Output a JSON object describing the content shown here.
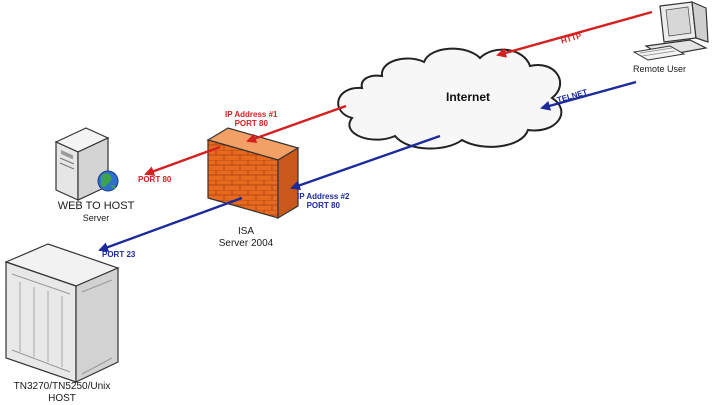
{
  "cloud": {
    "label": "Internet"
  },
  "remote_user": {
    "label": "Remote User"
  },
  "web_server": {
    "line1": "WEB TO HOST",
    "line2": "Server"
  },
  "isa": {
    "line1": "ISA",
    "line2": "Server 2004"
  },
  "host": {
    "line1": "TN3270/TN5250/Unix",
    "line2": "HOST"
  },
  "links": {
    "http": "HTTP",
    "telnet": "TELNET",
    "ip1_line1": "IP Address #1",
    "ip1_line2": "PORT 80",
    "ip2_line1": "IP Address #2",
    "ip2_line2": "PORT 80",
    "port80_web": "PORT 80",
    "port23": "PORT 23"
  },
  "colors": {
    "http_path": "#d42020",
    "telnet_path": "#1c2a9c",
    "firewall": "#e86a1e"
  },
  "icons": [
    "cloud-icon",
    "desktop-computer-icon",
    "server-icon",
    "globe-icon",
    "firewall-icon",
    "mainframe-icon"
  ]
}
